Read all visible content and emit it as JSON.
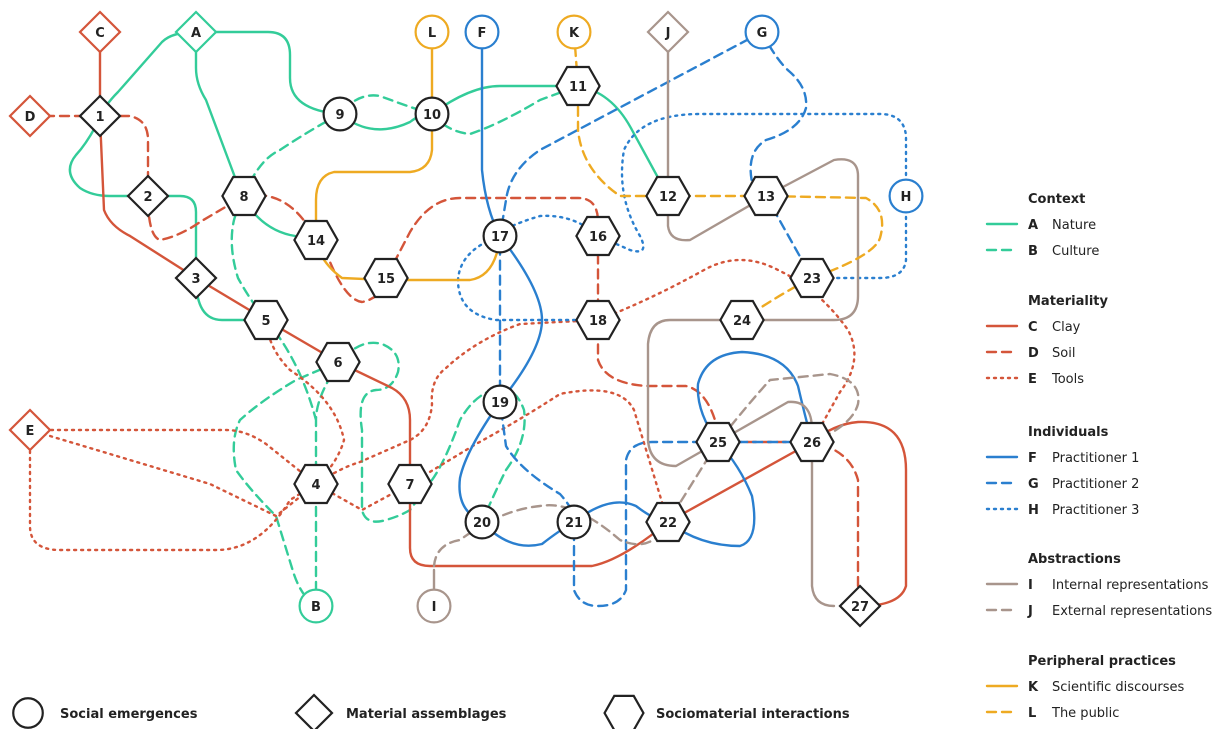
{
  "colors": {
    "green": "#33cc99",
    "red": "#d4553a",
    "blue": "#2a7fcf",
    "brown": "#a8958c",
    "yellow": "#eeaa22",
    "ink": "#222222"
  },
  "terminals": [
    {
      "id": "C",
      "label": "C",
      "shape": "diamond",
      "color": "red"
    },
    {
      "id": "A",
      "label": "A",
      "shape": "diamond",
      "color": "green"
    },
    {
      "id": "D",
      "label": "D",
      "shape": "diamond",
      "color": "red"
    },
    {
      "id": "L",
      "label": "L",
      "shape": "circle",
      "color": "yellow"
    },
    {
      "id": "F",
      "label": "F",
      "shape": "circle",
      "color": "blue"
    },
    {
      "id": "K",
      "label": "K",
      "shape": "circle",
      "color": "yellow"
    },
    {
      "id": "J",
      "label": "J",
      "shape": "diamond",
      "color": "brown"
    },
    {
      "id": "G",
      "label": "G",
      "shape": "circle",
      "color": "blue"
    },
    {
      "id": "H",
      "label": "H",
      "shape": "circle",
      "color": "blue"
    },
    {
      "id": "E",
      "label": "E",
      "shape": "diamond",
      "color": "red"
    },
    {
      "id": "B",
      "label": "B",
      "shape": "circle",
      "color": "green"
    },
    {
      "id": "I",
      "label": "I",
      "shape": "circle",
      "color": "brown"
    }
  ],
  "nodes": [
    {
      "id": "1",
      "label": "1",
      "shape": "diamond"
    },
    {
      "id": "2",
      "label": "2",
      "shape": "diamond"
    },
    {
      "id": "3",
      "label": "3",
      "shape": "diamond"
    },
    {
      "id": "4",
      "label": "4",
      "shape": "hexagon"
    },
    {
      "id": "5",
      "label": "5",
      "shape": "hexagon"
    },
    {
      "id": "6",
      "label": "6",
      "shape": "hexagon"
    },
    {
      "id": "7",
      "label": "7",
      "shape": "hexagon"
    },
    {
      "id": "8",
      "label": "8",
      "shape": "hexagon"
    },
    {
      "id": "9",
      "label": "9",
      "shape": "circle"
    },
    {
      "id": "10",
      "label": "10",
      "shape": "circle"
    },
    {
      "id": "11",
      "label": "11",
      "shape": "hexagon"
    },
    {
      "id": "12",
      "label": "12",
      "shape": "hexagon"
    },
    {
      "id": "13",
      "label": "13",
      "shape": "hexagon"
    },
    {
      "id": "14",
      "label": "14",
      "shape": "hexagon"
    },
    {
      "id": "15",
      "label": "15",
      "shape": "hexagon"
    },
    {
      "id": "16",
      "label": "16",
      "shape": "hexagon"
    },
    {
      "id": "17",
      "label": "17",
      "shape": "circle"
    },
    {
      "id": "18",
      "label": "18",
      "shape": "hexagon"
    },
    {
      "id": "19",
      "label": "19",
      "shape": "circle"
    },
    {
      "id": "20",
      "label": "20",
      "shape": "circle"
    },
    {
      "id": "21",
      "label": "21",
      "shape": "circle"
    },
    {
      "id": "22",
      "label": "22",
      "shape": "hexagon"
    },
    {
      "id": "23",
      "label": "23",
      "shape": "hexagon"
    },
    {
      "id": "24",
      "label": "24",
      "shape": "hexagon"
    },
    {
      "id": "25",
      "label": "25",
      "shape": "hexagon"
    },
    {
      "id": "26",
      "label": "26",
      "shape": "hexagon"
    },
    {
      "id": "27",
      "label": "27",
      "shape": "diamond"
    }
  ],
  "legend": {
    "groups": [
      {
        "title": "Context",
        "items": [
          {
            "letter": "A",
            "name": "Nature",
            "color": "green",
            "dash": "solid"
          },
          {
            "letter": "B",
            "name": "Culture",
            "color": "green",
            "dash": "dashed"
          }
        ]
      },
      {
        "title": "Materiality",
        "items": [
          {
            "letter": "C",
            "name": "Clay",
            "color": "red",
            "dash": "solid"
          },
          {
            "letter": "D",
            "name": "Soil",
            "color": "red",
            "dash": "dashed"
          },
          {
            "letter": "E",
            "name": "Tools",
            "color": "red",
            "dash": "dotted"
          }
        ]
      },
      {
        "title": "Individuals",
        "items": [
          {
            "letter": "F",
            "name": "Practitioner 1",
            "color": "blue",
            "dash": "solid"
          },
          {
            "letter": "G",
            "name": "Practitioner 2",
            "color": "blue",
            "dash": "dashed"
          },
          {
            "letter": "H",
            "name": "Practitioner 3",
            "color": "blue",
            "dash": "dotted"
          }
        ]
      },
      {
        "title": "Abstractions",
        "items": [
          {
            "letter": "I",
            "name": "Internal representations",
            "color": "brown",
            "dash": "solid"
          },
          {
            "letter": "J",
            "name": "External representations",
            "color": "brown",
            "dash": "dashed"
          }
        ]
      },
      {
        "title": "Peripheral practices",
        "items": [
          {
            "letter": "K",
            "name": "Scientific discourses",
            "color": "yellow",
            "dash": "solid"
          },
          {
            "letter": "L",
            "name": "The public",
            "color": "yellow",
            "dash": "dashed"
          }
        ]
      }
    ]
  },
  "shape_key": [
    {
      "shape": "circle",
      "label": "Social emergences"
    },
    {
      "shape": "diamond",
      "label": "Material assemblages"
    },
    {
      "shape": "hexagon",
      "label": "Sociomaterial interactions"
    }
  ]
}
